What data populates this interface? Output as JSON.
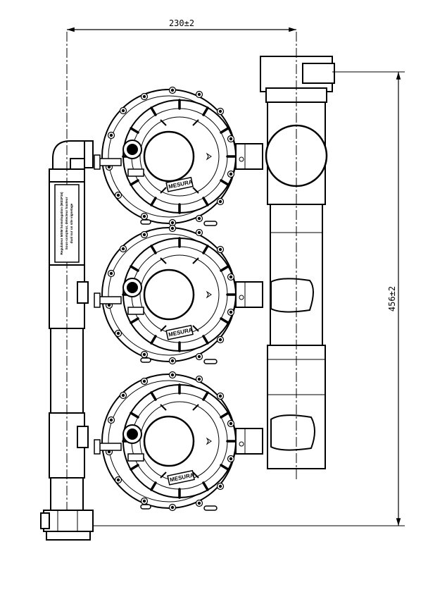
{
  "dimensions": {
    "width": "230±2",
    "height": "456±2"
  },
  "brand": "MESURA",
  "pipe_label": {
    "lines": [
      "Regulateur MXM homologation (M31P16)",
      "Sous-compteur, detecteur hauteur",
      "dual sur un site vignetage"
    ]
  },
  "colors": {
    "line": "#000000",
    "background": "#ffffff"
  }
}
